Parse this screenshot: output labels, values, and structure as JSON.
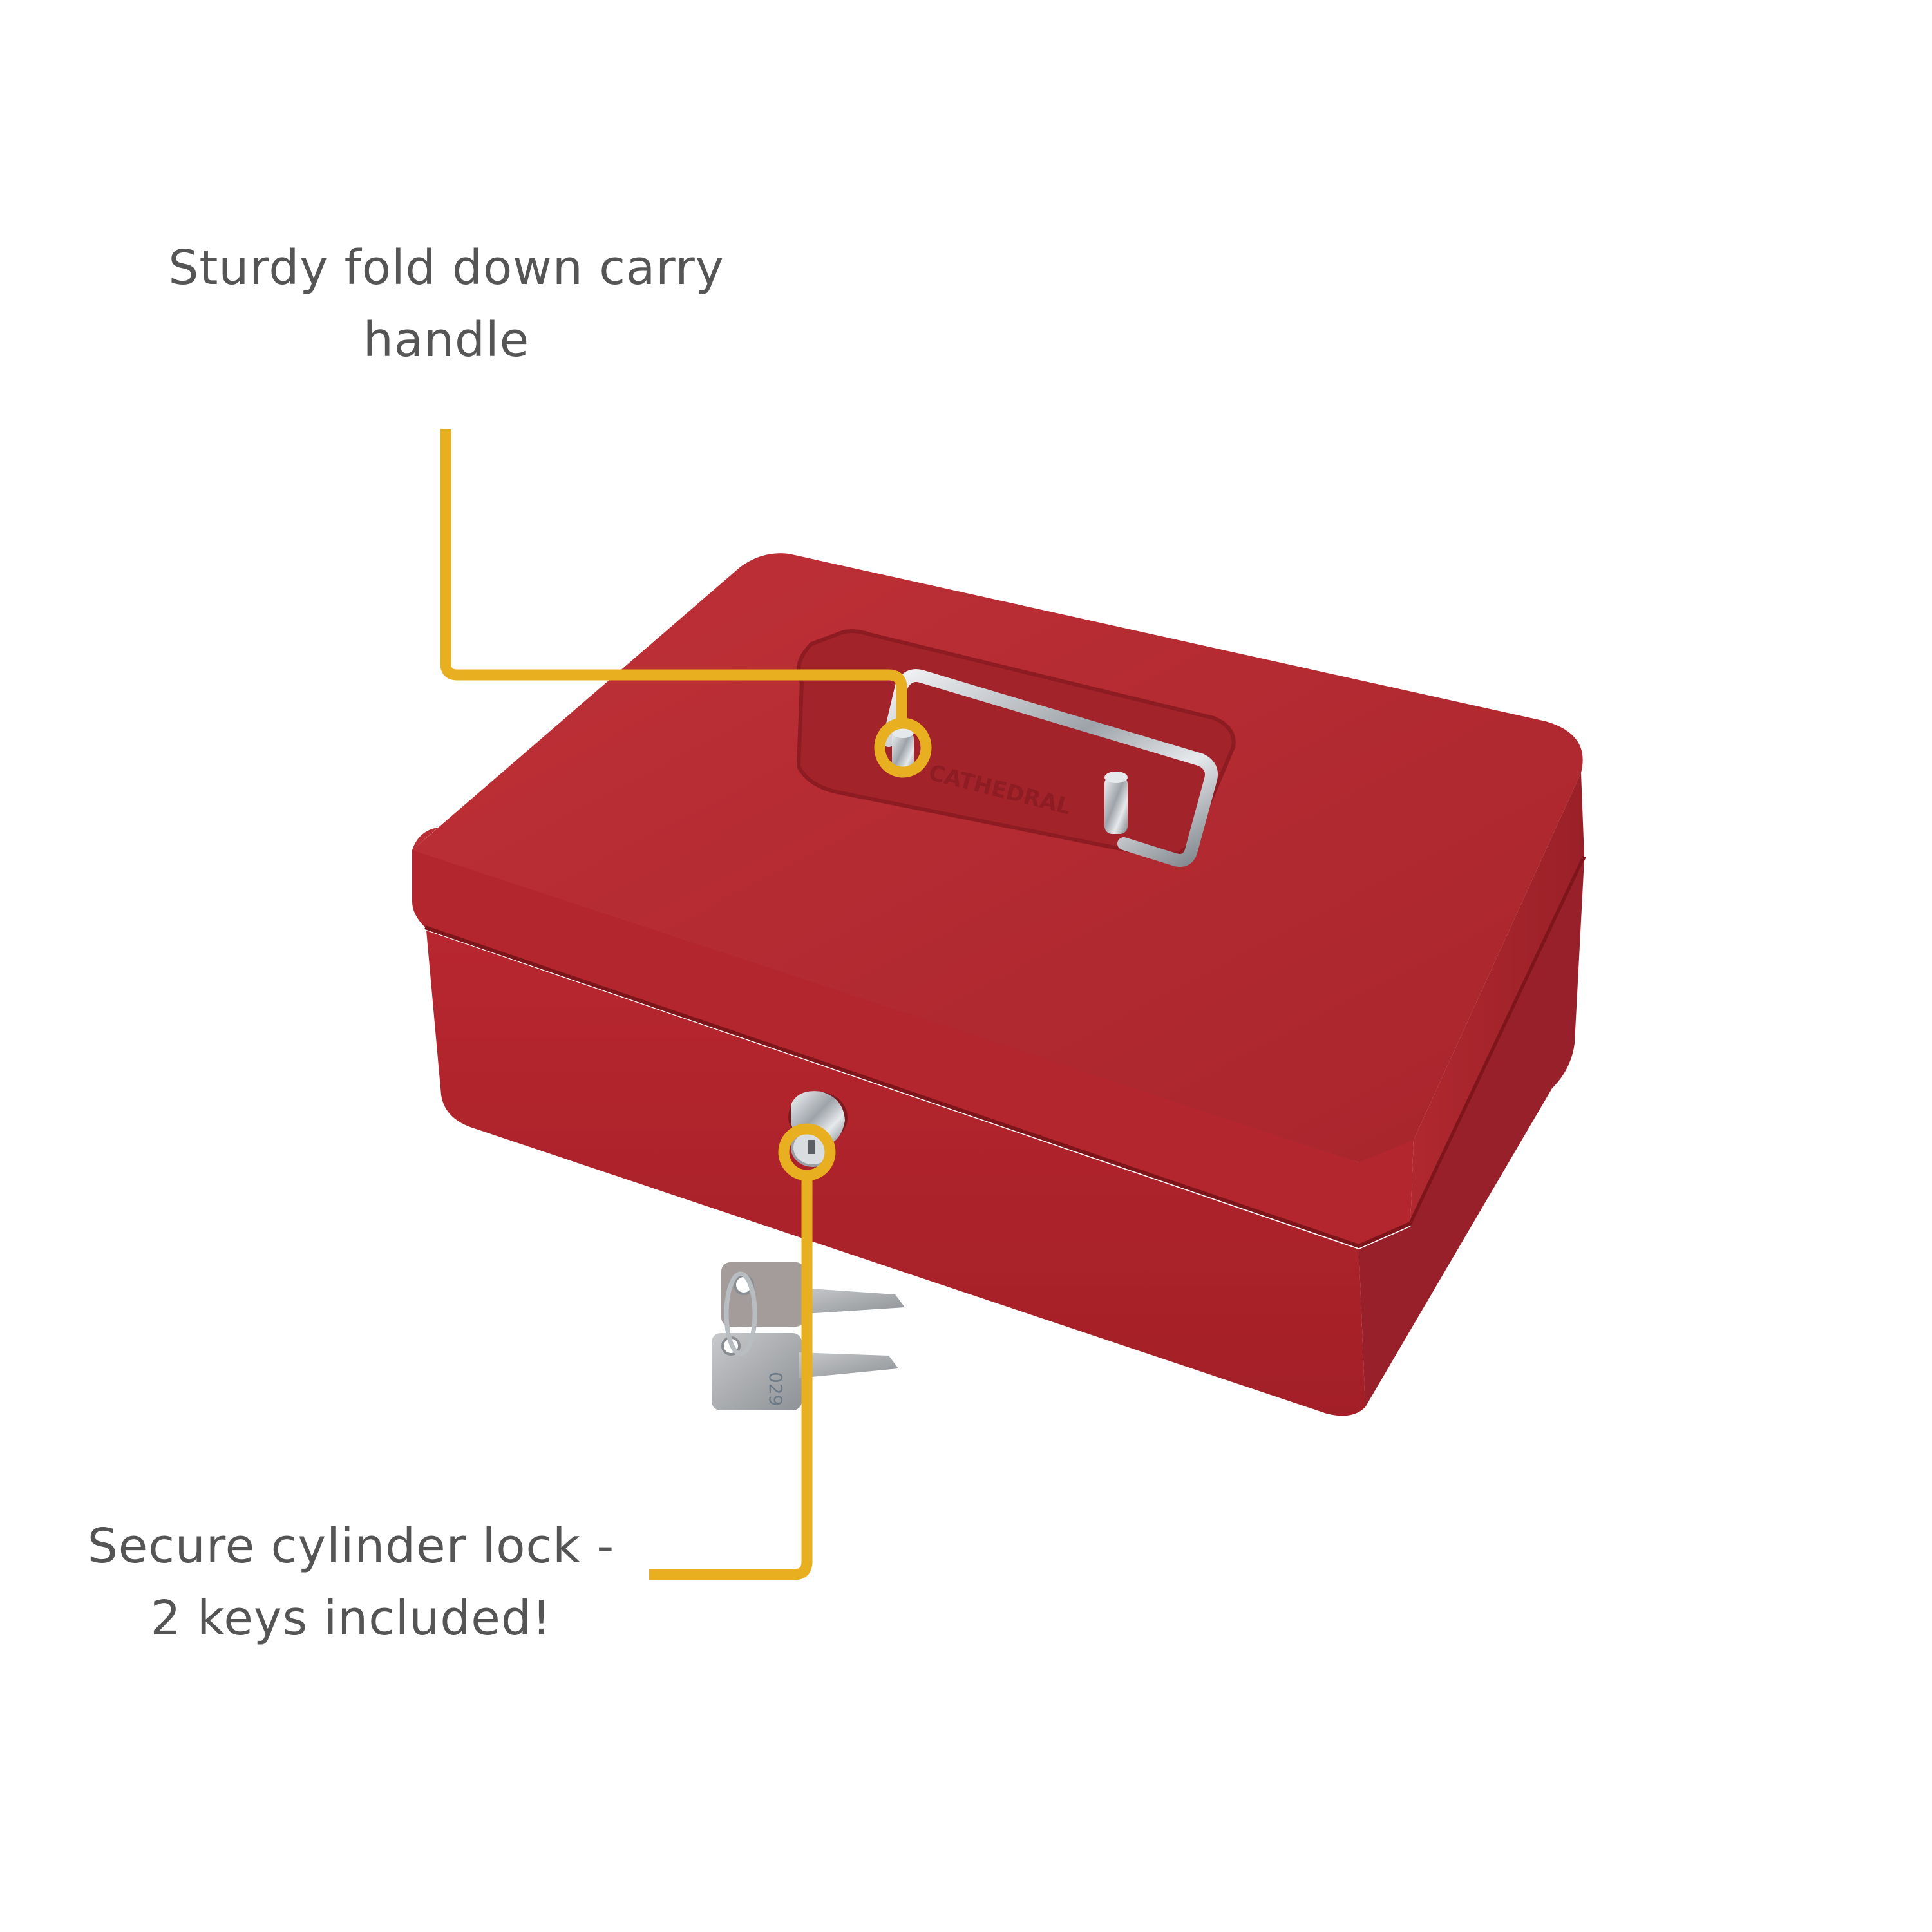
{
  "image": {
    "background": "#ffffff",
    "subject": "Red cash box with fold down carry handle, cylinder lock and 2 keys"
  },
  "colors": {
    "callout_line": "#e8b020",
    "box_red": "#b5262e",
    "box_red_light": "#c23a40",
    "box_red_dark": "#8f1c22",
    "text": "#555555",
    "chrome": "#c9ccd0"
  },
  "callouts": [
    {
      "id": "handle",
      "lines": [
        "Sturdy fold down carry",
        "handle"
      ]
    },
    {
      "id": "lock",
      "lines": [
        "Secure cylinder lock -",
        "2 keys included!"
      ]
    }
  ],
  "product": {
    "emboss_text": "CATHEDRAL",
    "key_number": "029"
  }
}
